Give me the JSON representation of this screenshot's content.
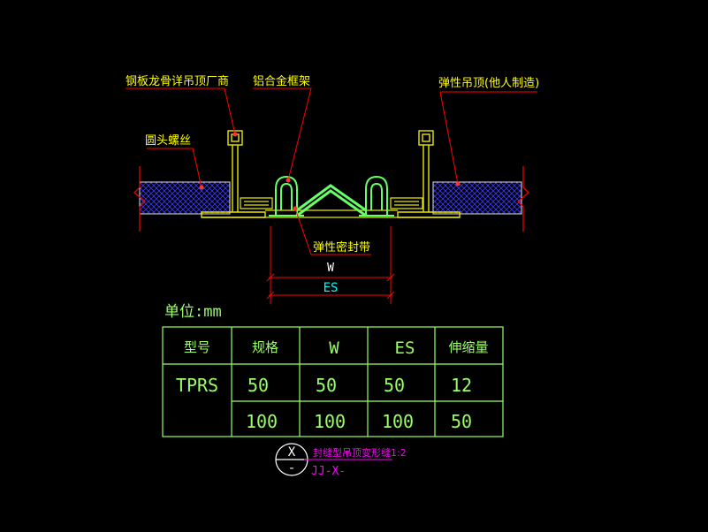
{
  "labels": {
    "steel_keel": "钢板龙骨详吊顶厂商",
    "aluminum_frame": "铝合金框架",
    "elastic_ceiling": "弹性吊顶(他人制造)",
    "round_screw": "圆头螺丝",
    "elastic_seal": "弹性密封带",
    "dim_w": "W",
    "dim_es": "ES"
  },
  "unit_label": "单位:mm",
  "table": {
    "headers": [
      "型号",
      "规格",
      "W",
      "ES",
      "伸缩量"
    ],
    "rows": [
      [
        "TPRS",
        "50",
        "50",
        "50",
        "12"
      ],
      [
        "",
        "100",
        "100",
        "100",
        "50"
      ]
    ]
  },
  "title_block": {
    "symbol_top": "X",
    "symbol_bottom": "-",
    "caption": "封缝型吊顶变形缝1:2",
    "drawing_no": "JJ-X-"
  },
  "colors": {
    "label_yellow": "#ffff00",
    "leader_red": "#ff0000",
    "profile_green": "#66ff66",
    "structure_yellow": "#e6e600",
    "hatch_blue": "#3a3aff",
    "dim_cyan": "#00ffff",
    "table_green": "#99ff66",
    "title_magenta": "#ff00ff"
  }
}
